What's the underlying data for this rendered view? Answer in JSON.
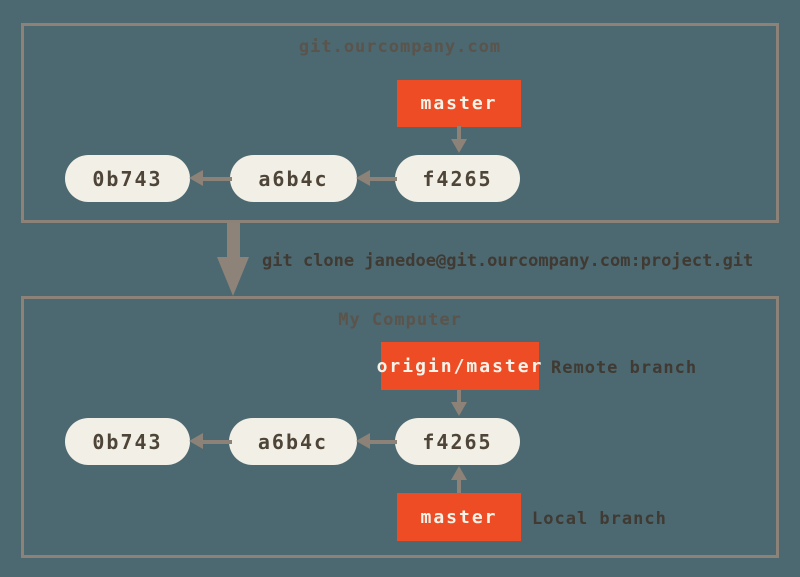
{
  "colors": {
    "background": "#4c6870",
    "box_border": "#8c8278",
    "commit_fill": "#f2f0e6",
    "commit_text": "#4e4538",
    "branch_fill": "#ee4c24",
    "branch_text": "#f7f3e9",
    "arrow": "#8c8278",
    "label_text": "#403a33",
    "title_text": "#5a544c"
  },
  "server": {
    "title": "git.ourcompany.com",
    "branch": "master",
    "commits": [
      "0b743",
      "a6b4c",
      "f4265"
    ]
  },
  "clone": {
    "command": "git clone janedoe@git.ourcompany.com:project.git"
  },
  "computer": {
    "title": "My Computer",
    "remote_branch": "origin/master",
    "remote_branch_label": "Remote branch",
    "local_branch": "master",
    "local_branch_label": "Local branch",
    "commits": [
      "0b743",
      "a6b4c",
      "f4265"
    ]
  }
}
